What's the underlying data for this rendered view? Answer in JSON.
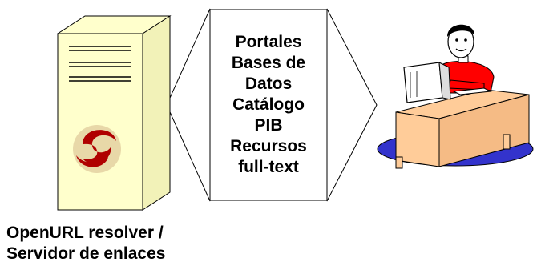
{
  "center_list": {
    "items": [
      "Portales",
      "Bases de",
      "Datos",
      "Catálogo",
      "PIB",
      "Recursos",
      "full-text"
    ]
  },
  "server": {
    "icon": "server-tower-icon",
    "logo": "sfx-swirl-logo-icon",
    "caption_line1": "OpenURL resolver /",
    "caption_line2": "Servidor de enlaces"
  },
  "user": {
    "icon": "person-at-computer-desk-icon"
  },
  "colors": {
    "server_body": "#ffffcc",
    "logo_red": "#b00000",
    "desk": "#ffcc99",
    "rug": "#3333cc",
    "shirt": "#ff0000",
    "monitor": "#ffffff"
  }
}
